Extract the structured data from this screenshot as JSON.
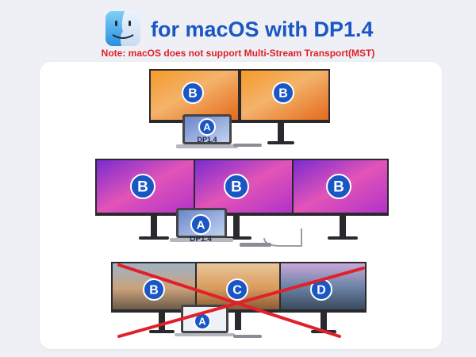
{
  "header": {
    "title": "for macOS with DP1.4",
    "note": "Note: macOS does not support Multi-Stream Transport(MST)"
  },
  "icons": {
    "finder": "macos-finder-icon"
  },
  "colors": {
    "title": "#1a56c4",
    "note": "#e0202a",
    "badge": "#1a56c4",
    "cross": "#e0202a"
  },
  "setups": [
    {
      "laptop_badge": "A",
      "laptop_port": "DP1.4",
      "monitors": [
        "B",
        "B"
      ]
    },
    {
      "laptop_badge": "A",
      "laptop_port": "DP1.4",
      "monitors": [
        "B",
        "B",
        "B"
      ]
    },
    {
      "laptop_badge": "A",
      "monitors": [
        "B",
        "C",
        "D"
      ]
    }
  ]
}
